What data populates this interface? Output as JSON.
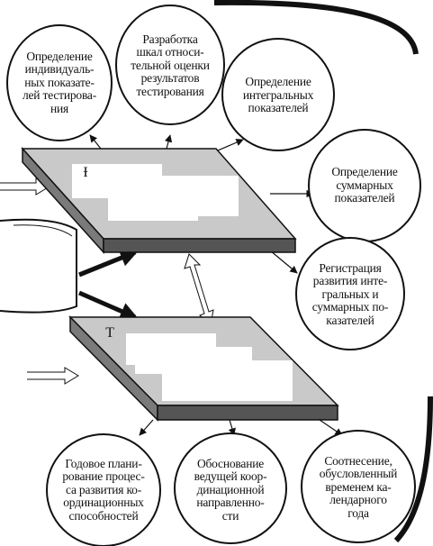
{
  "circles": {
    "c1": [
      "Определение",
      "индивидуаль-",
      "ных показате-",
      "лей тестирова-",
      "ния"
    ],
    "c2": [
      "Разработка",
      "шкал относи-",
      "тельной оценки",
      "результатов",
      "тестирования"
    ],
    "c3": [
      "Определение",
      "интегральных",
      "показателей"
    ],
    "c4": [
      "Определение",
      "суммарных",
      "показателей"
    ],
    "c5": [
      "Регистрация",
      "развития инте-",
      "гральных и",
      "суммарных по-",
      "казателей"
    ],
    "c6": [
      "Годовое плани-",
      "рование процес-",
      "са развития ко-",
      "ординационных",
      "способностей"
    ],
    "c7": [
      "Обоснование",
      "ведущей коор-",
      "динационной",
      "направленно-",
      "сти"
    ],
    "c8": [
      "Соотнесение,",
      "обусловленный",
      "временем ка-",
      "лендарного",
      "года"
    ]
  },
  "platforms": {
    "top_fragment": "Ɨ",
    "bottom_fragment": "Т"
  }
}
